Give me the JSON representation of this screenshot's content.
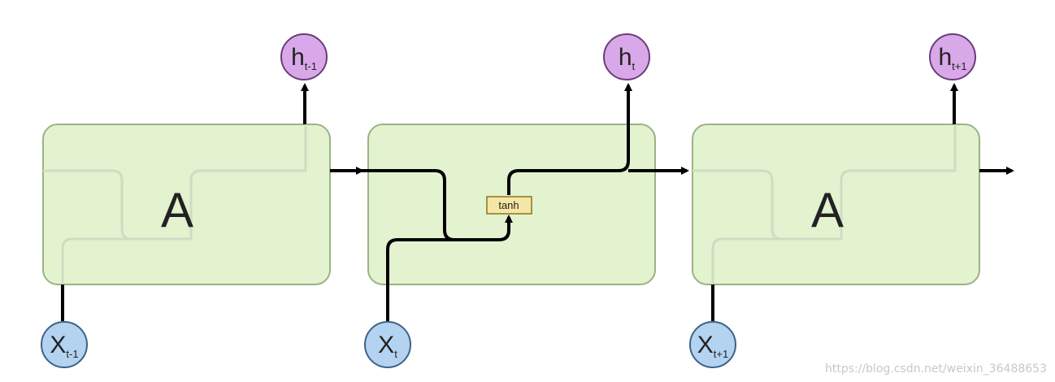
{
  "diagram": {
    "cells": [
      {
        "label": "A",
        "input": {
          "base": "X",
          "sub": "t-1"
        },
        "output": {
          "base": "h",
          "sub": "t-1"
        }
      },
      {
        "label": "",
        "gate": "tanh",
        "input": {
          "base": "X",
          "sub": "t"
        },
        "output": {
          "base": "h",
          "sub": "t"
        }
      },
      {
        "label": "A",
        "input": {
          "base": "X",
          "sub": "t+1"
        },
        "output": {
          "base": "h",
          "sub": "t+1"
        }
      }
    ],
    "colors": {
      "cell_fill": "#e3f2cf",
      "cell_stroke": "#9ab386",
      "input_fill": "#b3d3f0",
      "input_stroke": "#3e6288",
      "output_fill": "#d9a8e8",
      "output_stroke": "#6a3d7a",
      "gate_fill": "#f5e6a6",
      "gate_stroke": "#8a7424",
      "arrow": "#000000"
    }
  },
  "watermark": "https://blog.csdn.net/weixin_36488653"
}
